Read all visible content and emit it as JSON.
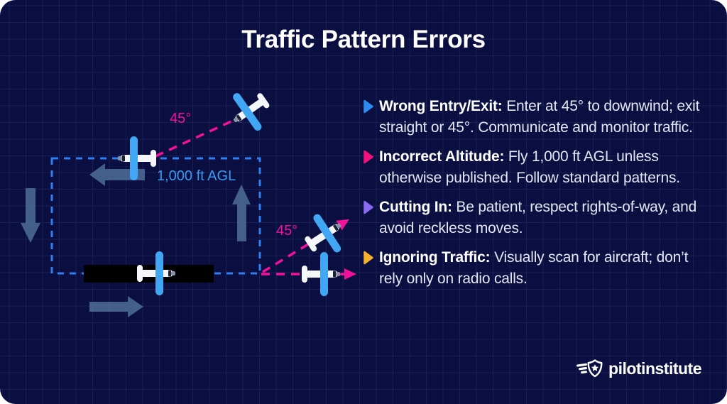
{
  "title": "Traffic Pattern Errors",
  "colors": {
    "page_bg": "#ffffff",
    "card_bg": "#0a0e40",
    "grid_line": "#1a2055",
    "title_text": "#ffffff",
    "body_text": "#e4e7f2",
    "lead_text": "#ffffff",
    "pattern_dash_blue": "#2f7ff2",
    "altitude_text_blue": "#3b9af0",
    "pink": "#f3109b",
    "wing_blue": "#41a7f5",
    "fuselage_white": "#f4f6fa",
    "slate_arrow": "#52749d",
    "runway_black": "#000000",
    "logo_text": "#ffffff"
  },
  "diagram": {
    "altitude_label": "1,000 ft AGL",
    "entry_angle_label": "45°",
    "exit_angle_label": "45°"
  },
  "errors": [
    {
      "lead": "Wrong Entry/Exit:",
      "text": "Enter at 45° to downwind; exit straight or 45°. Communicate and monitor traffic.",
      "bullet_color": "#2e8bf0"
    },
    {
      "lead": "Incorrect Altitude:",
      "text": "Fly 1,000 ft AGL unless otherwise published. Follow standard patterns.",
      "bullet_color": "#f3127d"
    },
    {
      "lead": "Cutting In:",
      "text": "Be patient, respect rights-of-way, and avoid reckless moves.",
      "bullet_color": "#8a6af5"
    },
    {
      "lead": "Ignoring Traffic:",
      "text": "Visually scan for aircraft; don’t rely only on radio calls.",
      "bullet_color": "#f7b02c"
    }
  ],
  "logo": {
    "text": "pilotinstitute"
  }
}
